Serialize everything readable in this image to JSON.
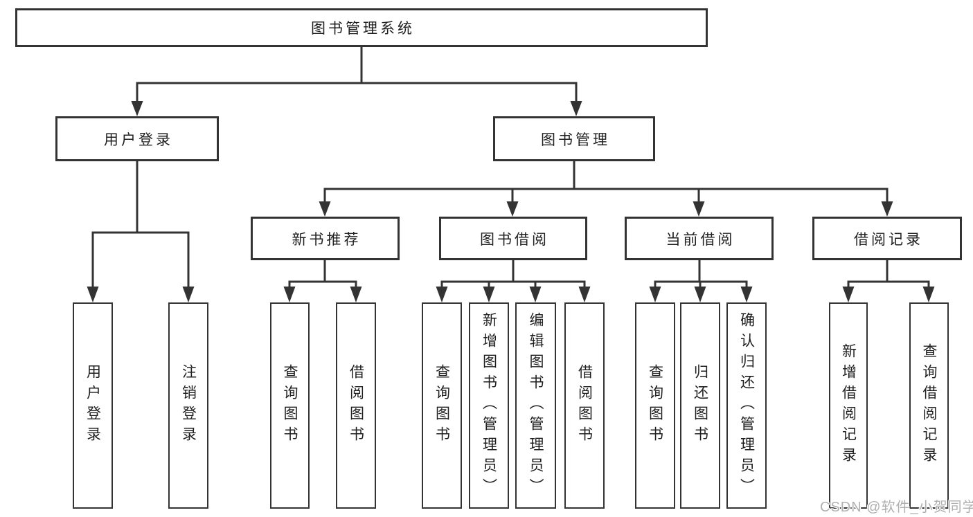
{
  "diagram_type": "hierarchy-tree",
  "colors": {
    "line": "#333333",
    "box_border": "#333333",
    "text": "#1f1f1f",
    "background": "#ffffff",
    "watermark": "#b0b0b0"
  },
  "tree": {
    "root": {
      "label": "图书管理系统",
      "children": [
        {
          "label": "用户登录",
          "children": [
            {
              "label": "用户登录"
            },
            {
              "label": "注销登录"
            }
          ]
        },
        {
          "label": "图书管理",
          "children": [
            {
              "label": "新书推荐",
              "children": [
                {
                  "label": "查询图书"
                },
                {
                  "label": "借阅图书"
                }
              ]
            },
            {
              "label": "图书借阅",
              "children": [
                {
                  "label": "查询图书"
                },
                {
                  "label": "新增图书（管理员）"
                },
                {
                  "label": "编辑图书（管理员）"
                },
                {
                  "label": "借阅图书"
                }
              ]
            },
            {
              "label": "当前借阅",
              "children": [
                {
                  "label": "查询图书"
                },
                {
                  "label": "归还图书"
                },
                {
                  "label": "确认归还（管理员）"
                }
              ]
            },
            {
              "label": "借阅记录",
              "children": [
                {
                  "label": "新增借阅记录"
                },
                {
                  "label": "查询借阅记录"
                }
              ]
            }
          ]
        }
      ]
    }
  },
  "watermark": {
    "text": "CSDN @软件_小贺同学"
  }
}
